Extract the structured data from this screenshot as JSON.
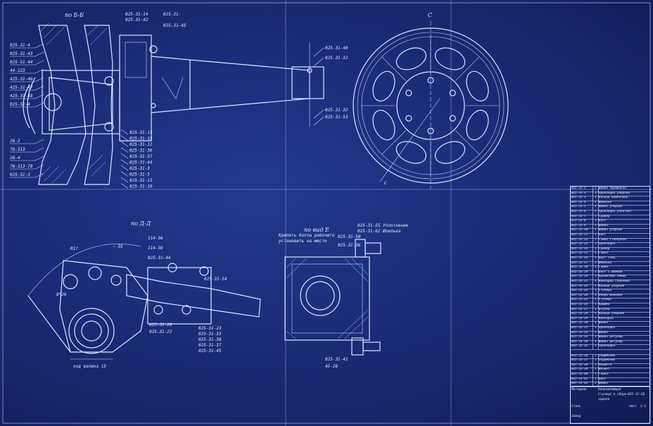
{
  "drawing": {
    "section_labels": {
      "view_top": "по Б-Б",
      "view_bottom": "по Д-Д",
      "view_right": "по вид Е",
      "view_c": "С",
      "view_c_bottom": "С"
    },
    "hub_labels_left": [
      "025-31-4",
      "025-31-43",
      "025-51-44",
      "44-123",
      "425-31-46",
      "425-31-47",
      "425-31-48",
      "025-51-4",
      "26-2",
      "76-313",
      "26-4",
      "76-313-78",
      "025-51-3"
    ],
    "hub_labels_mid": [
      "025-31-13",
      "025-31-15",
      "025-31-12",
      "025-31-36",
      "025-31-37",
      "025-31-44",
      "025-31-3",
      "025-31-5",
      "025-31-13",
      "025-31-10"
    ],
    "hub_labels_top": [
      "025-31-14",
      "025-31-42",
      "025-31-",
      "025-31-45"
    ],
    "shaft_labels": [
      "025-31-40",
      "025-31-32",
      "025-31-32",
      "025-31-53"
    ],
    "lower_left_labels": [
      "114-56",
      "114-56",
      "025-31-44",
      "025-31-54",
      "025-31-20",
      "025-31-22",
      "025-31-23",
      "025-31-33",
      "025-31-38",
      "025-31-37",
      "025-31-45"
    ],
    "lower_left_dims": [
      "R1?",
      "~ 35",
      "8*26",
      "ход валика 15"
    ],
    "right_section_notes": [
      "Крепить болты рабочего",
      "установить на месте",
      "025-31-55 Уплотнение",
      "025-31-62 Шпилька",
      "025-31-50",
      "025-31-36"
    ],
    "right_section_bottom": [
      "025-31-41",
      "45-28"
    ]
  },
  "title_block": {
    "rows": [
      {
        "pos": "025-31-1",
        "qty": "1",
        "name": "Шайба пружинная"
      },
      {
        "pos": "025-31-2",
        "qty": "1",
        "name": "Прокладка упорная"
      },
      {
        "pos": "025-31-3",
        "qty": "1",
        "name": "Кольцо войлочное"
      },
      {
        "pos": "025-31-4",
        "qty": "1",
        "name": "Шпилька"
      },
      {
        "pos": "025-31-5",
        "qty": "1",
        "name": "Шайба упорная"
      },
      {
        "pos": "025-31-6",
        "qty": "1",
        "name": "Прокладка уплотнит."
      },
      {
        "pos": "025-31-7",
        "qty": "1",
        "name": "Гровер"
      },
      {
        "pos": "025-31-8",
        "qty": "1",
        "name": "Болт"
      },
      {
        "pos": "025-31-9",
        "qty": "1",
        "name": "Шайба"
      },
      {
        "pos": "025-31-10",
        "qty": "1",
        "name": "Шайба упорная"
      },
      {
        "pos": "025-31-11",
        "qty": "1",
        "name": "Болт"
      },
      {
        "pos": "025-31-12",
        "qty": "1",
        "name": "Гайка стопорная"
      },
      {
        "pos": "025-31-13",
        "qty": "1",
        "name": "Прокладка"
      },
      {
        "pos": "025-31-14",
        "qty": "1",
        "name": "Гровер"
      },
      {
        "pos": "025-31-15",
        "qty": "1",
        "name": "Гайка"
      },
      {
        "pos": "025-31-16",
        "qty": "1",
        "name": "Болт спец."
      },
      {
        "pos": "025-31-17",
        "qty": "1",
        "name": "Шпилька"
      },
      {
        "pos": "025-31-18",
        "qty": "1",
        "name": "Гайка"
      },
      {
        "pos": "025-31-19",
        "qty": "1",
        "name": "Болт с шайбой"
      },
      {
        "pos": "025-31-20",
        "qty": "1",
        "name": "Кронштейн левый"
      },
      {
        "pos": "025-31-21",
        "qty": "1",
        "name": "Накладка сальника"
      },
      {
        "pos": "025-31-22",
        "qty": "1",
        "name": "Кольцо упорное"
      },
      {
        "pos": "025-31-23",
        "qty": "1",
        "name": "Ступица"
      },
      {
        "pos": "025-31-24",
        "qty": "1",
        "name": "Опора шкворня"
      },
      {
        "pos": "025-31-25",
        "qty": "1",
        "name": "Ступица"
      },
      {
        "pos": "025-31-26",
        "qty": "1",
        "name": "Крышка"
      },
      {
        "pos": "025-31-27",
        "qty": "1",
        "name": "Втулка"
      },
      {
        "pos": "025-31-28",
        "qty": "1",
        "name": "Кольцо упорное"
      },
      {
        "pos": "025-31-29",
        "qty": "1",
        "name": "Накладка"
      },
      {
        "pos": "025-31-30",
        "qty": "1",
        "name": "Шайба"
      },
      {
        "pos": "025-31-31",
        "qty": "1",
        "name": "Прокладка"
      },
      {
        "pos": "025-31-32",
        "qty": "1",
        "name": "Шайба"
      },
      {
        "pos": "025-31-33",
        "qty": "1",
        "name": "Шайба регулир."
      },
      {
        "pos": "025-31-34",
        "qty": "1",
        "name": "Шайба регулир."
      },
      {
        "pos": "025-31-35",
        "qty": "1",
        "name": "Прокладка"
      },
      {
        "pos": "",
        "qty": "",
        "name": ""
      },
      {
        "pos": "025-31-36",
        "qty": "1",
        "name": "Подшипник"
      },
      {
        "pos": "025-31-37",
        "qty": "1",
        "name": "Подшипник"
      },
      {
        "pos": "025-31-38",
        "qty": "1",
        "name": "Манжета"
      },
      {
        "pos": "025-31-39",
        "qty": "1",
        "name": "Шплинт"
      },
      {
        "pos": "025-31-40",
        "qty": "1",
        "name": "Гайка"
      },
      {
        "pos": "025-31-41",
        "qty": "1",
        "name": "Болт"
      },
      {
        "pos": "025-31-42",
        "qty": "1",
        "name": "Шайба"
      }
    ],
    "mat_label": "Материал",
    "stamp": {
      "title1": "Направляющая",
      "title2": "Ступица в сборе",
      "title3": "задняя",
      "code": "025-31-СБ",
      "sheet": "лист",
      "scale": "1:1",
      "org": "Завод",
      "material": "Сталь"
    }
  }
}
